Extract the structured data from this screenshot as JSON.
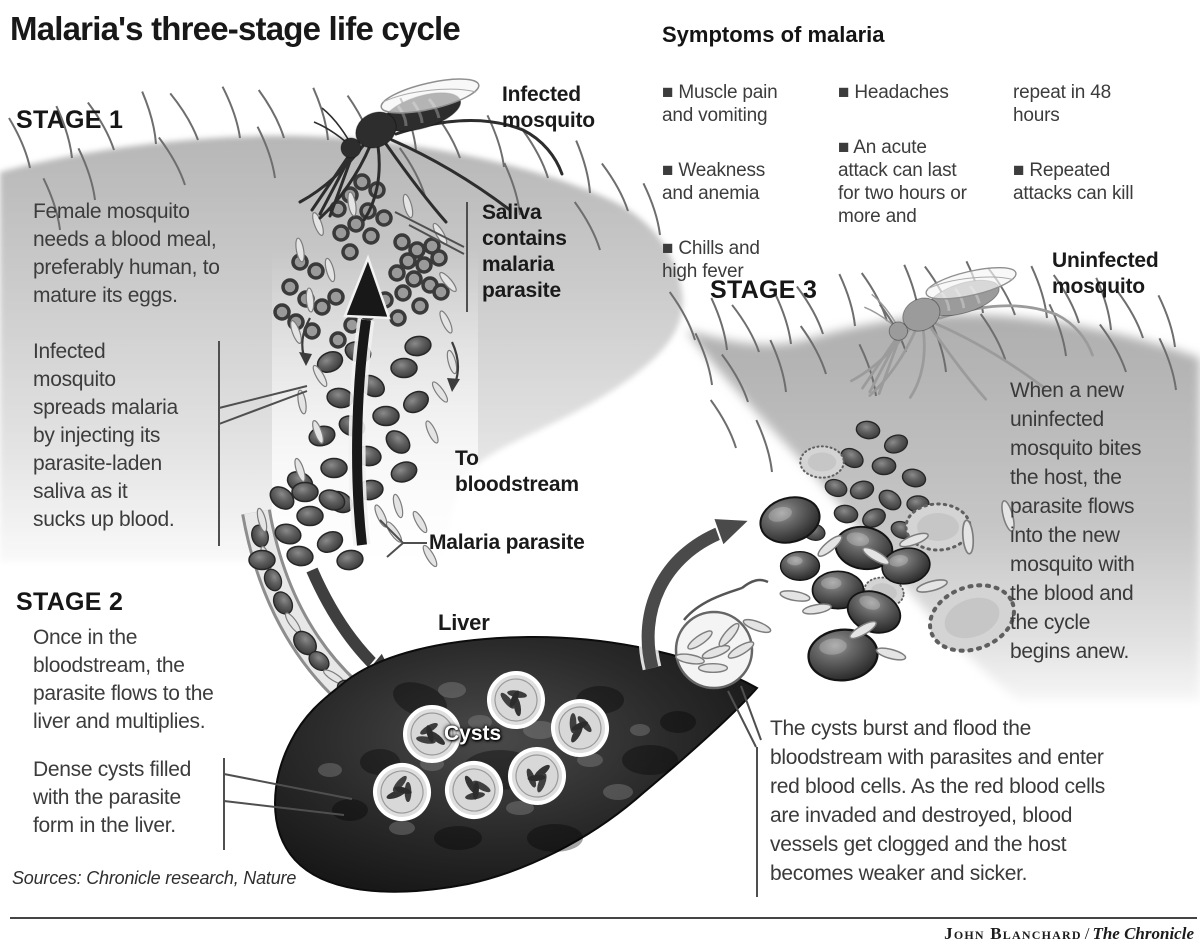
{
  "colors": {
    "ink": "#1e1e1e",
    "body_text": "#3c3c3c",
    "skin_gray": "#c0c0c0",
    "liver_dark": "#1a1a1a",
    "background": "#ffffff"
  },
  "title": "Malaria's three-stage life cycle",
  "symptoms": {
    "heading": "Symptoms of malaria",
    "col1": [
      "■ Muscle pain\nand vomiting",
      "■ Weakness\nand anemia",
      "■ Chills and\nhigh fever"
    ],
    "col2": [
      "■ Headaches",
      "■ An acute\nattack can last\nfor two hours or\nmore and"
    ],
    "col3": [
      "repeat in 48\nhours",
      "■ Repeated\nattacks can kill"
    ]
  },
  "stage1": {
    "label": "STAGE 1",
    "mosquito_label": "Infected\nmosquito",
    "para1": "Female mosquito\nneeds a blood meal,\npreferably human, to\nmature its eggs.",
    "para2": "Infected\nmosquito\nspreads malaria\nby injecting its\nparasite-laden\nsaliva as it\nsucks up blood.",
    "saliva_label": "Saliva\ncontains\nmalaria\nparasite",
    "bloodstream_label": "To\nbloodstream",
    "parasite_label": "Malaria parasite"
  },
  "stage2": {
    "label": "STAGE 2",
    "para1": "Once in the\nbloodstream, the\nparasite flows to the\nliver and multiplies.",
    "para2": "Dense cysts filled\nwith the parasite\nform in the liver.",
    "liver_label": "Liver",
    "cysts_label": "Cysts"
  },
  "stage3": {
    "label": "STAGE 3",
    "mosquito_label": "Uninfected\nmosquito",
    "para": "When a new\nuninfected\nmosquito bites\nthe host, the\nparasite flows\ninto the new\nmosquito with\nthe blood and\nthe cycle\nbegins anew.",
    "burst_para": "The cysts burst and flood the\nbloodstream with parasites and enter\nred blood cells. As the red blood cells\nare invaded and destroyed, blood\nvessels get clogged and the host\nbecomes weaker and sicker."
  },
  "footer": {
    "sources": "Sources: Chronicle research, Nature",
    "credit_name": "John Blanchard",
    "credit_separator": "/",
    "credit_publication": "The Chronicle"
  }
}
